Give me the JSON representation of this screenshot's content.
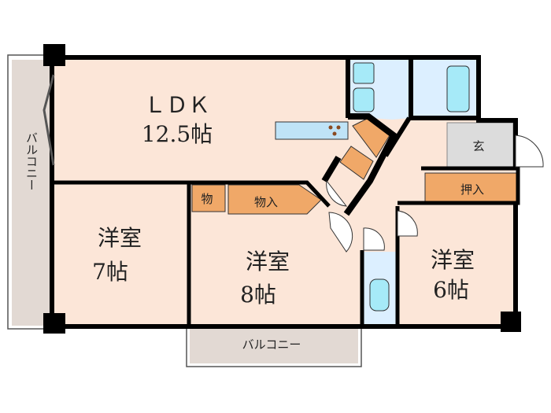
{
  "plan": {
    "ldk": {
      "name": "ＬＤＫ",
      "size": "12.5帖"
    },
    "bedroom_west": {
      "name": "洋室",
      "size": "7帖"
    },
    "bedroom_center": {
      "name": "洋室",
      "size": "8帖"
    },
    "bedroom_east": {
      "name": "洋室",
      "size": "6帖"
    },
    "storage_small": "物",
    "storage": "物入",
    "closet": "押入",
    "entrance": "玄",
    "balcony_west": "バルコニー",
    "balcony_south": "バルコニー"
  },
  "colors": {
    "room": "#fce6d8",
    "balcony": "#e2d9d3",
    "closet": "#f0a868",
    "wet_area": "#dcefff",
    "fixture": "#a6eaf8",
    "entrance": "#dcdcdc",
    "wall": "#000000"
  }
}
